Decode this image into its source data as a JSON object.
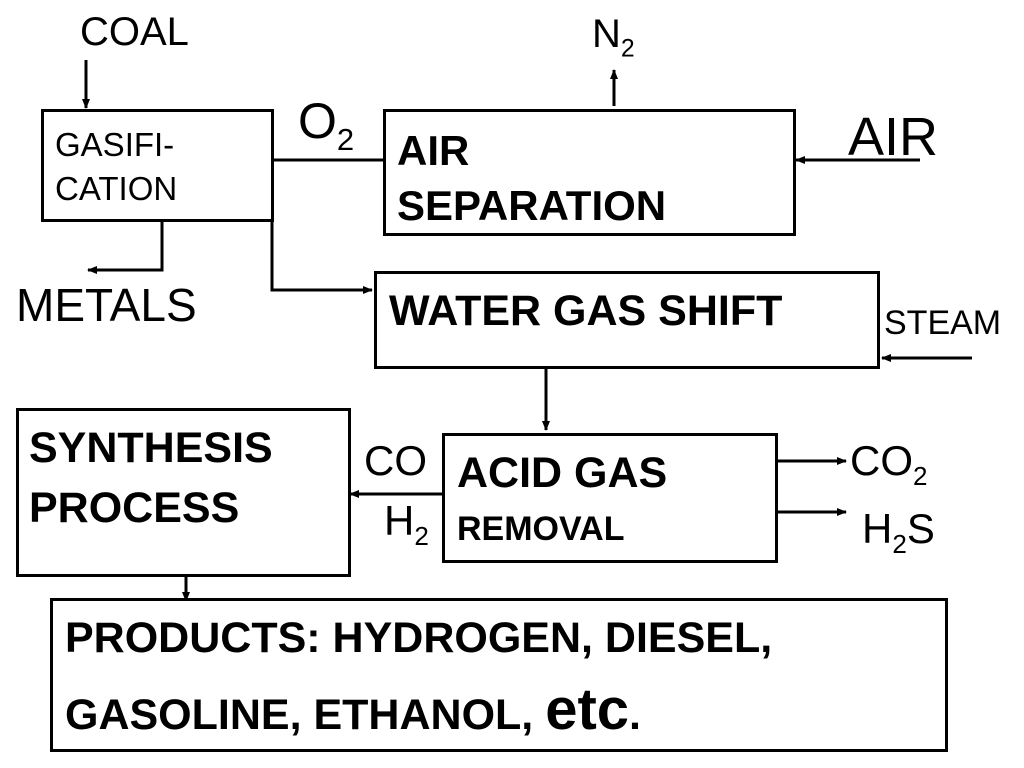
{
  "inputs": {
    "coal": "COAL",
    "air": "AIR",
    "steam": "STEAM",
    "o2": {
      "base": "O",
      "sub": "2"
    }
  },
  "outputs": {
    "n2": {
      "base": "N",
      "sub": "2"
    },
    "metals": "METALS",
    "co2": {
      "base": "CO",
      "sub": "2"
    },
    "h2s": {
      "pre": "H",
      "sub": "2",
      "post": "S"
    }
  },
  "streams": {
    "co": "CO",
    "h2": {
      "base": "H",
      "sub": "2"
    }
  },
  "boxes": {
    "gasification": {
      "line1": "GASIFI-",
      "line2": "CATION"
    },
    "air_separation": {
      "line1": "AIR",
      "line2": "SEPARATION"
    },
    "water_gas_shift": {
      "label": "WATER GAS SHIFT"
    },
    "acid_gas_removal": {
      "line1": "ACID GAS",
      "line2": "REMOVAL"
    },
    "synthesis_process": {
      "line1": "SYNTHESIS",
      "line2": "PROCESS"
    },
    "products": {
      "line1": "PRODUCTS: HYDROGEN, DIESEL,",
      "line2": "GASOLINE, ETHANOL, ",
      "line2_etc": "etc",
      "line2_end": "."
    }
  }
}
